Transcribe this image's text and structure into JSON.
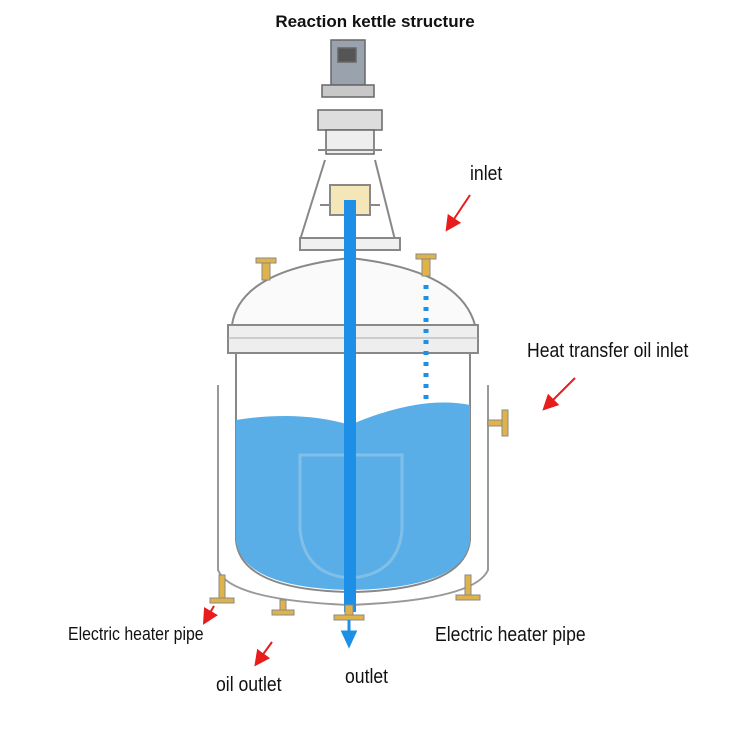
{
  "title": "Reaction kettle structure",
  "labels": {
    "inlet": "inlet",
    "heat_oil_inlet": "Heat transfer oil inlet",
    "heater_left": "Electric heater pipe",
    "heater_right": "Electric heater pipe",
    "oil_outlet": "oil outlet",
    "outlet": "outlet"
  },
  "colors": {
    "liquid": "#5aaee8",
    "shaft": "#1e8fe6",
    "arrow": "#e81c1c",
    "outline": "#8a8a8a",
    "fitting": "#e0b34a"
  }
}
